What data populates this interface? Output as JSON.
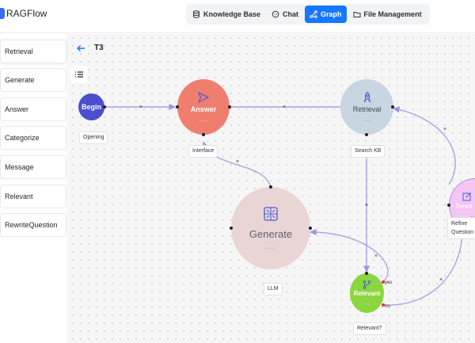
{
  "app": {
    "name": "RAGFlow"
  },
  "nav": {
    "knowledge_base": "Knowledge Base",
    "chat": "Chat",
    "graph": "Graph",
    "file_management": "File Management"
  },
  "sidebar": {
    "items": [
      {
        "label": "Retrieval"
      },
      {
        "label": "Generate"
      },
      {
        "label": "Answer"
      },
      {
        "label": "Categorize"
      },
      {
        "label": "Message"
      },
      {
        "label": "Relevant"
      },
      {
        "label": "RewriteQuestion"
      }
    ]
  },
  "canvas": {
    "title": "T3",
    "ellipsis": "...",
    "delete_mark": "×",
    "nodes": {
      "begin": {
        "label": "Begin",
        "tag": "Opening",
        "color": "#4b4fcf"
      },
      "answer": {
        "label": "Answer",
        "tag": "Interface",
        "color": "#f07e6e"
      },
      "retrieval": {
        "label": "Retrieval",
        "tag": "Search KB",
        "color": "#c8d6e2"
      },
      "generate": {
        "label": "Generate",
        "tag": "LLM",
        "color": "#ead5d5"
      },
      "relevant": {
        "label": "Relevant",
        "tag": "Relevant?",
        "color": "#8bd63f"
      },
      "rewrite": {
        "label": "Rewri",
        "tag_line1": "Refine",
        "tag_line2": "Question",
        "color": "#f3c6f3"
      }
    },
    "branches": {
      "yes": "yes",
      "no": "no"
    },
    "edge_color": "#a9a3e6"
  }
}
